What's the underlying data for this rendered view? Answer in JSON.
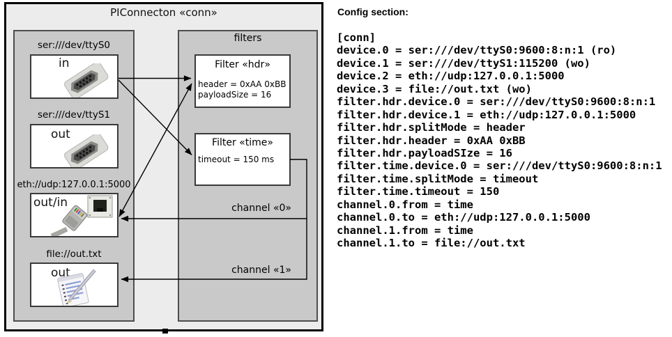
{
  "diagram": {
    "title": "PIConnecton «conn»",
    "devices_group": {
      "items": [
        {
          "label": "ser:///dev/ttyS0",
          "port": "in",
          "icon": "serial-connector"
        },
        {
          "label": "ser:///dev/ttyS1",
          "port": "out",
          "icon": "serial-connector"
        },
        {
          "label": "eth://udp:127.0.0.1:5000",
          "port": "out/in",
          "icon": "ethernet-plug"
        },
        {
          "label": "file://out.txt",
          "port": "out",
          "icon": "notepad-pen"
        }
      ]
    },
    "filters_group": {
      "label": "filters",
      "filters": [
        {
          "title": "Filter «hdr»",
          "lines": [
            "header = 0xAA 0xBB",
            "payloadSize = 16"
          ]
        },
        {
          "title": "Filter «time»",
          "lines": [
            "timeout = 150 ms"
          ]
        }
      ]
    },
    "channels": [
      {
        "label": "channel «0»"
      },
      {
        "label": "channel «1»"
      }
    ]
  },
  "config": {
    "heading": "Config section:",
    "text": "[conn]\ndevice.0 = ser:///dev/ttyS0:9600:8:n:1 (ro)\ndevice.1 = ser:///dev/ttyS1:115200 (wo)\ndevice.2 = eth://udp:127.0.0.1:5000\ndevice.3 = file://out.txt (wo)\nfilter.hdr.device.0 = ser:///dev/ttyS0:9600:8:n:1\nfilter.hdr.device.1 = eth://udp:127.0.0.1:5000\nfilter.hdr.splitMode = header\nfilter.hdr.header = 0xAA 0xBB\nfilter.hdr.payloadSIze = 16\nfilter.time.device.0 = ser:///dev/ttyS0:9600:8:n:1\nfilter.time.splitMode = timeout\nfilter.time.timeout = 150\nchannel.0.from = time\nchannel.0.to = eth://udp:127.0.0.1:5000\nchannel.1.from = time\nchannel.1.to = file://out.txt"
  },
  "colors": {
    "package_fill": "#ececec",
    "group_fill": "#c9c9c9",
    "node_fill": "#ffffff",
    "line": "#000000"
  }
}
